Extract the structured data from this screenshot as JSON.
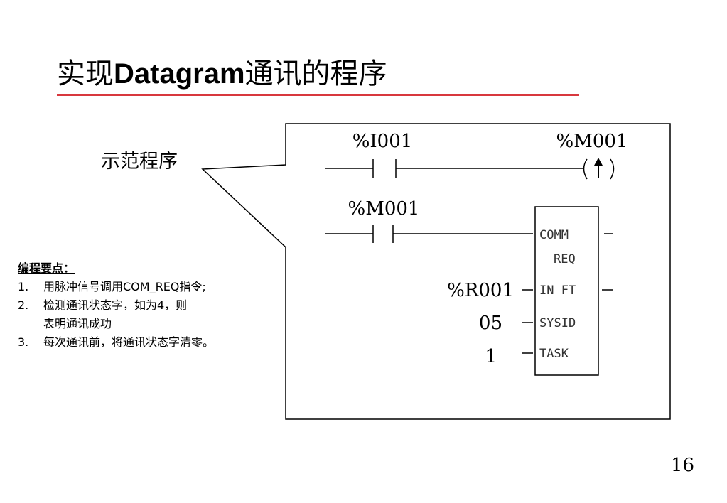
{
  "slide": {
    "title_prefix": "实现",
    "title_bold": "Datagram",
    "title_suffix": "通讯的程序",
    "callout_label": "示范程序",
    "page_number": "16"
  },
  "ladder": {
    "rung1_contact": "%I001",
    "rung1_coil": "%M001",
    "rung2_contact": "%M001",
    "block": {
      "line1": "COMM",
      "line2": "REQ",
      "in_ft": "IN FT",
      "sysid": "SYSID",
      "task": "TASK"
    },
    "in_value": "%R001",
    "sysid_value": "05",
    "task_value": "1"
  },
  "key_points": {
    "heading": "编程要点：",
    "items": [
      {
        "num": "1.",
        "text": "用脉冲信号调用COM_REQ指令;",
        "cont": ""
      },
      {
        "num": "2.",
        "text": "检测通讯状态字，如为4，则",
        "cont": "表明通讯成功"
      },
      {
        "num": "3.",
        "text": "每次通讯前，将通讯状态字清零。",
        "cont": ""
      }
    ]
  }
}
